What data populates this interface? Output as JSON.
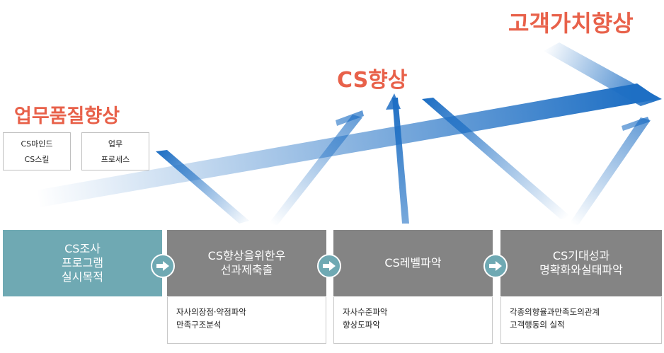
{
  "goals": {
    "work_quality": "업무품질향상",
    "cs": "CS향상",
    "customer_value": "고객가치향상"
  },
  "tags": [
    {
      "line1": "CS마인드",
      "line2": "CS스킬"
    },
    {
      "line1": "업무",
      "line2": "프로세스"
    }
  ],
  "steps": [
    {
      "lines": [
        "CS조사",
        "프로그램",
        "실시목적"
      ],
      "desc": []
    },
    {
      "lines": [
        "CS향상을위한우",
        "선과제축출"
      ],
      "desc": [
        "자사의장점·약점파악",
        "만족구조분석"
      ]
    },
    {
      "lines": [
        "CS레벨파악"
      ],
      "desc": [
        "자사수준파악",
        "향상도파악"
      ]
    },
    {
      "lines": [
        "CS기대성과",
        "명확화와실태파악"
      ],
      "desc": [
        "각종의향율과만족도의관계",
        "고객행동의 실적"
      ]
    }
  ],
  "colors": {
    "goal_text": "#e8614a",
    "active_step": "#6fa9b3",
    "step": "#848484",
    "arrow_blue": "#1e6fc4"
  },
  "icons": {
    "step_arrow": "right-arrow-icon"
  }
}
